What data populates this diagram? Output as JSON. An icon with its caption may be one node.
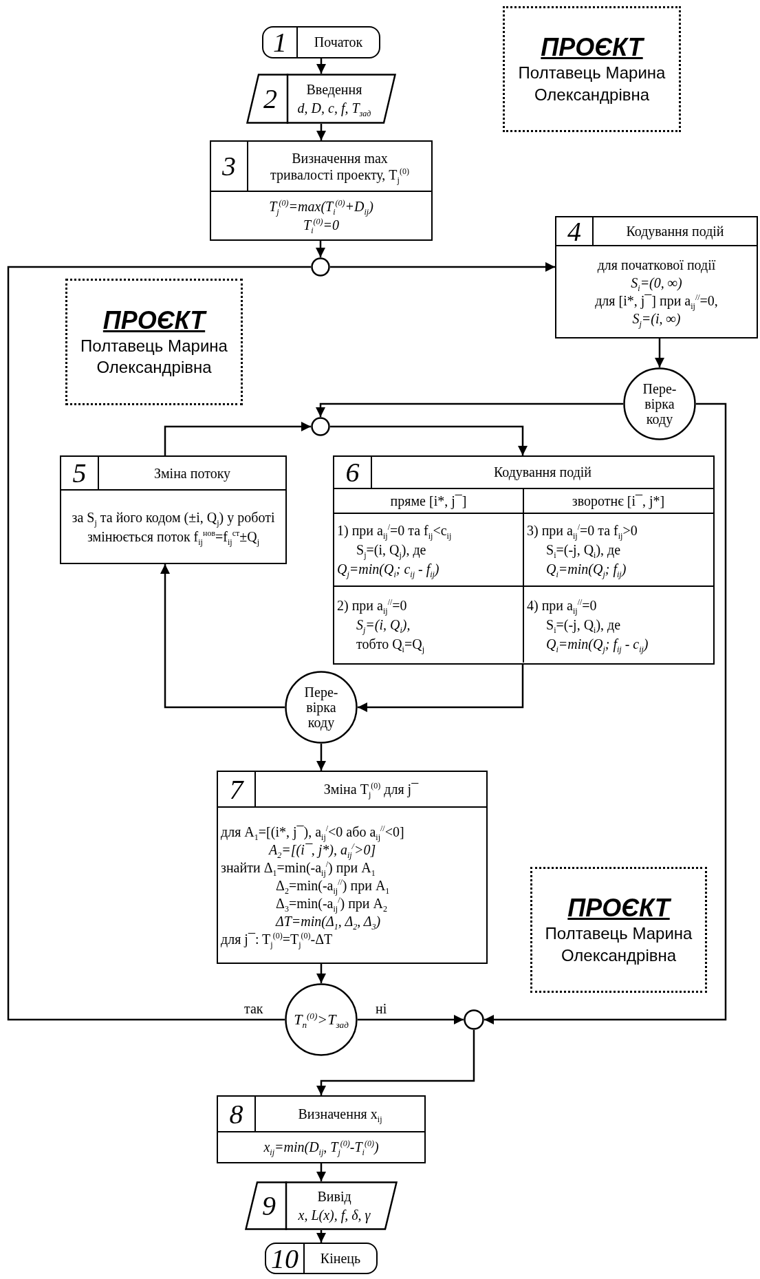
{
  "diagram": {
    "nodes": [
      {
        "text": [
          "1",
          "Початок"
        ]
      },
      {
        "text": [
          "2",
          "Введення",
          "d, D, c, f, T$_{зад}$"
        ]
      },
      {
        "text": [
          "3",
          "Визначення max тривалості проекту, T$_{j}$$^{(0)}$",
          "T$_{j}$$^{(0)}$=max(T$_{i}$$^{(0)}$+D$_{ij}$)",
          "T$_{i}$$^{(0)}$=0"
        ]
      },
      {
        "text": [],
        "shape": "circle"
      },
      {
        "text": [
          "4",
          "Кодування подій",
          "для початкової події",
          "S$_{i}$=(0, ∞)",
          "для [i*, j¯] при a$_{ij}$$^{//}$=0,",
          "S$_{j}$=(i, ∞)"
        ]
      },
      {
        "text": [
          "Пере- вірка коду"
        ]
      },
      {
        "text": [],
        "shape": "circle"
      },
      {
        "text": [
          "5",
          "Зміна потоку",
          "за S$_{j}$ та його кодом (±i, Q$_{j}$) у роботі змінюється поток f$_{ij}$$^{нов}$=f$_{ij}$$^{ст}$±Q$_{j}$"
        ]
      },
      {
        "text": [
          "6",
          "Кодування подій",
          "пряме [i*, j¯]",
          "зворотнє [i¯, j*]",
          "1) при a$_{ij}$$^{/}$=0 та f$_{ij}$<c$_{ij}$",
          "S$_{j}$=(i, Q$_{j}$), де",
          "Q$_{j}$=min(Q$_{i}$; c$_{ij}$ - f$_{ij}$)",
          "3) при a$_{ij}$$^{/}$=0 та f$_{ij}$>0",
          "S$_{i}$=(-j, Q$_{i}$), де",
          "Q$_{i}$=min(Q$_{j}$; f$_{ij}$)",
          "2) при a$_{ij}$$^{//}$=0",
          "S$_{j}$=(i, Q$_{i}$),",
          "тобто Q$_{i}$=Q$_{j}$",
          "4) при a$_{ij}$$^{//}$=0",
          "S$_{i}$=(-j, Q$_{i}$), де",
          "Q$_{i}$=min(Q$_{j}$; f$_{ij}$ - c$_{ij}$)"
        ]
      },
      {
        "text": [
          "Пере- вірка коду"
        ]
      },
      {
        "text": [
          "7",
          "Зміна T$_{j}$$^{(0)}$ для j¯",
          "для A$_{1}$=[(i*, j¯), a$_{ij}$$^{/}$<0 або a$_{ij}$$^{//}$<0]",
          "A$_{2}$=[(i¯, j*), a$_{ij}$$^{/}$>0]",
          "знайти Δ$_{1}$=min(-a$_{ij}$$^{/}$) при A$_{1}$",
          "Δ$_{2}$=min(-a$_{ij}$$^{//}$) при A$_{1}$",
          "Δ$_{3}$=min(-a$_{ij}$$^{/}$) при A$_{2}$",
          "ΔT=min(Δ$_{1}$, Δ$_{2}$, Δ$_{3}$)",
          "для j¯: T$_{j}$$^{(0)}$=T$_{j}$$^{(0)}$-ΔT"
        ]
      },
      {
        "text": [
          "T$_{n}$$^{(0)}$>T$_{зад}$"
        ]
      },
      {
        "text": [],
        "shape": "circle"
      },
      {
        "text": [
          "8",
          "Визначення x$_{ij}$",
          "x$_{ij}$=min(D$_{ij}$, T$_{j}$$^{(0)}$-T$_{i}$$^{(0)}$)"
        ]
      },
      {
        "text": [
          "9",
          "Вивід",
          "x, L(x), f, δ, γ"
        ]
      },
      {
        "text": [
          "10",
          "Кінець"
        ]
      },
      {
        "text": [
          "ПРОЄКТ",
          "Полтавець Марина Олександрівна"
        ]
      },
      {
        "text": [
          "ПРОЄКТ",
          "Полтавець Марина Олександрівна"
        ]
      },
      {
        "text": [
          "ПРОЄКТ",
          "Полтавець Марина Олександрівна"
        ]
      }
    ],
    "edges": [
      {
        "from": 0,
        "to": 1,
        "arrow": "to"
      },
      {
        "from": 1,
        "to": 2,
        "arrow": "to"
      },
      {
        "from": 2,
        "to": 3,
        "arrow": "to"
      },
      {
        "from": 3,
        "to": 4,
        "arrow": "to"
      },
      {
        "from": 4,
        "to": 5,
        "arrow": "to"
      },
      {
        "from": 5,
        "to": 6,
        "arrow": "to"
      },
      {
        "from": 7,
        "to": 6,
        "arrow": "to"
      },
      {
        "from": 6,
        "to": 8,
        "arrow": "to"
      },
      {
        "from": 8,
        "to": 9,
        "arrow": "to"
      },
      {
        "from": 9,
        "to": 7,
        "arrow": "to"
      },
      {
        "from": 9,
        "to": 10,
        "arrow": "to"
      },
      {
        "from": 10,
        "to": 11,
        "arrow": "to"
      },
      {
        "from": 11,
        "to": 3,
        "arrow": "none",
        "label": "так"
      },
      {
        "from": 11,
        "to": 12,
        "arrow": "to",
        "label": "ні"
      },
      {
        "from": 5,
        "to": 12,
        "arrow": "to"
      },
      {
        "from": 12,
        "to": 13,
        "arrow": "to"
      },
      {
        "from": 13,
        "to": 14,
        "arrow": "to"
      },
      {
        "from": 14,
        "to": 15,
        "arrow": "to"
      }
    ]
  }
}
